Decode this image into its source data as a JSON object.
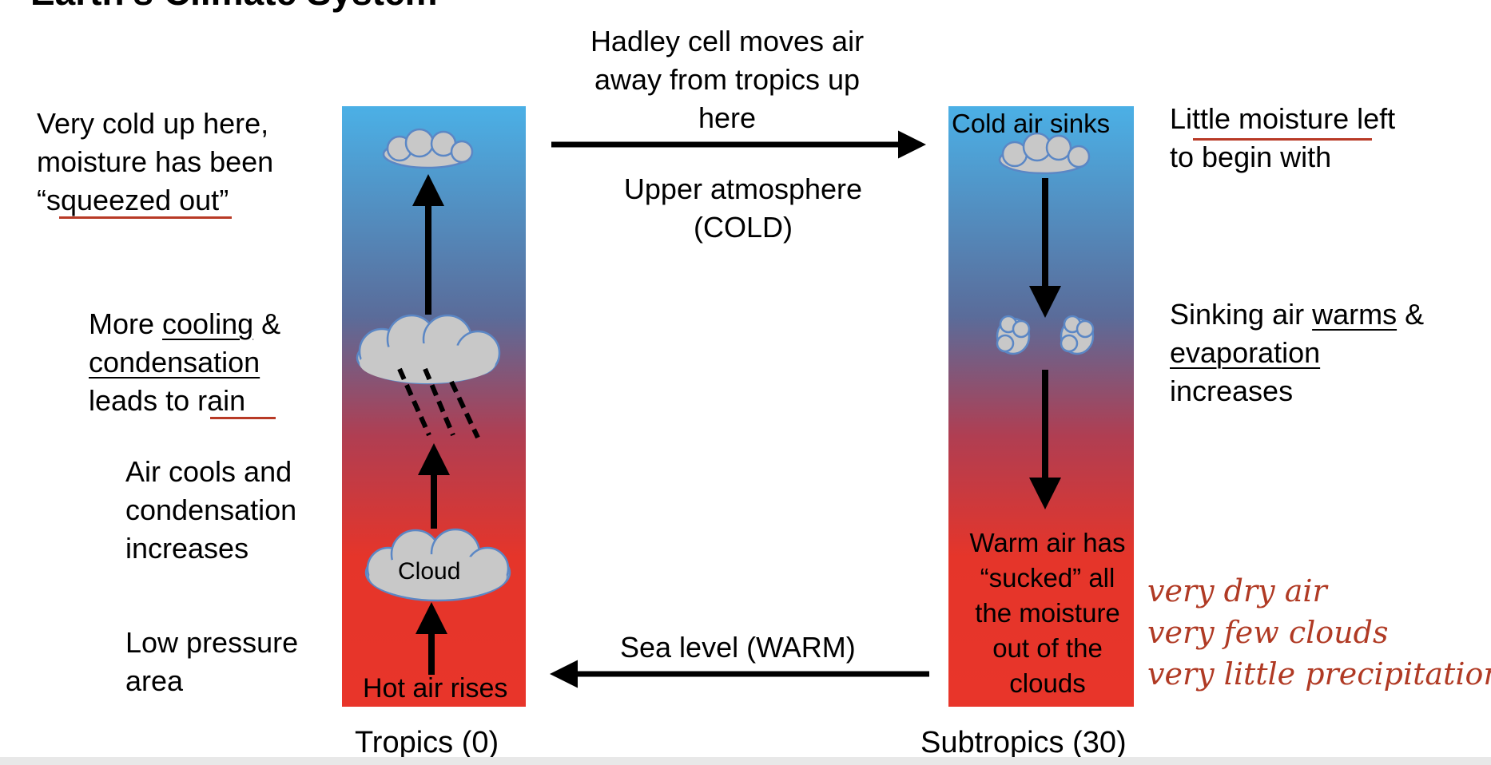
{
  "header": {
    "title": "Earth's Climate System"
  },
  "columns": {
    "tropics": {
      "label": "Tropics (0)",
      "bottom_text": "Hot air rises",
      "cloud_text": "Cloud"
    },
    "subtropics": {
      "label": "Subtropics (30)",
      "top_text": "Cold air sinks",
      "warm_text": [
        "Warm air has",
        "“sucked” all",
        "the moisture",
        "out of the",
        "clouds"
      ]
    }
  },
  "top_flow": {
    "lines": [
      "Hadley cell moves air",
      "away from tropics up",
      "here"
    ],
    "layer": [
      "Upper atmosphere",
      "(COLD)"
    ]
  },
  "bottom_flow": {
    "label": "Sea level (WARM)"
  },
  "left_notes": {
    "top": {
      "line1": "Very cold up here,",
      "line2": "moisture has been",
      "line3_open": "“",
      "line3_word": "squeezed out",
      "line3_close": "”"
    },
    "middle": {
      "l1_pre": "More ",
      "l1_word": "cooling",
      "l1_post": " &",
      "l2_word": "condensation",
      "l3_pre": "leads to ",
      "l3_word": "rain"
    },
    "lower": [
      "Air cools and",
      "condensation",
      "increases"
    ],
    "bottom": [
      "Low pressure",
      "area"
    ]
  },
  "right_notes": {
    "top": {
      "l1_pre": "Little ",
      "l1_word": "moisture",
      "l1_post": " left",
      "l2": "to begin with"
    },
    "middle": {
      "l1_pre": "Sinking air ",
      "l1_word": "warms",
      "l1_post": " &",
      "l2_word": "evaporation",
      "l3": "increases"
    }
  },
  "handwritten": [
    "very dry air",
    "very few clouds",
    "very little precipitation"
  ],
  "colors": {
    "sky_blue": "#4bb0e6",
    "warm_red": "#e8352a",
    "cloud_fill": "#c8c8c8",
    "cloud_stroke": "#5b87c5",
    "annotation_red": "#b03a24"
  }
}
